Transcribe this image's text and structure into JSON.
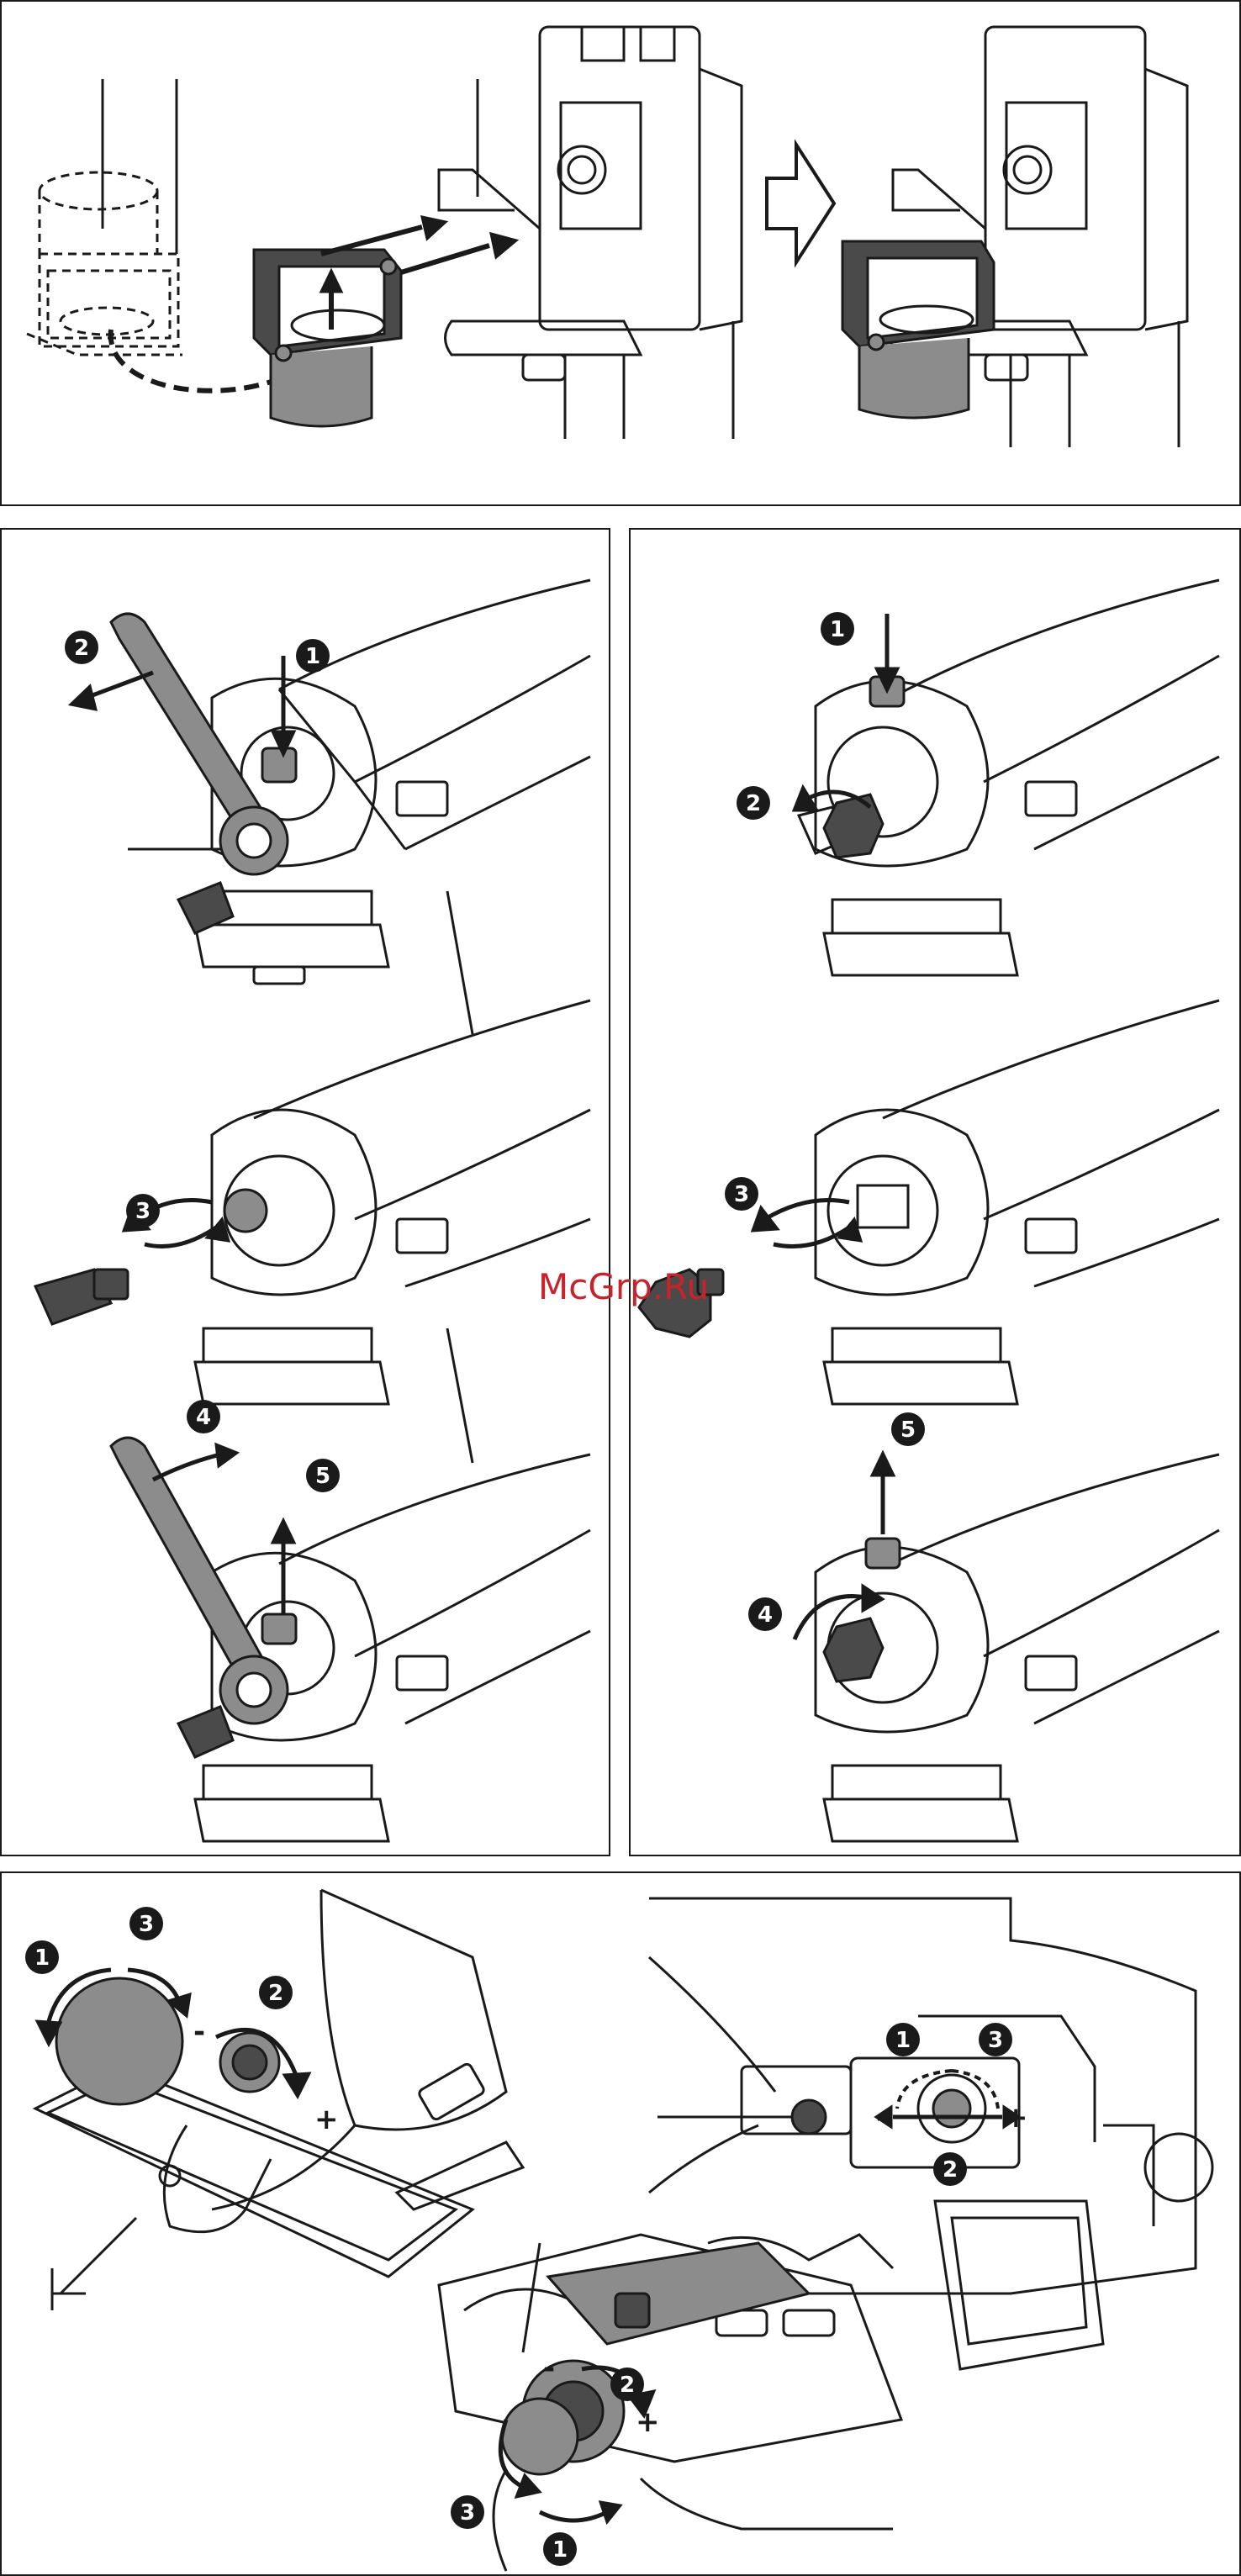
{
  "watermark": "McGrp.Ru",
  "steps": [
    "1",
    "2",
    "3",
    "4",
    "5"
  ],
  "signs": {
    "minus": "-",
    "plus": "+"
  },
  "colors": {
    "outline": "#1a1a1a",
    "part_gray": "#8c8c8c",
    "part_dark": "#4a4a4a",
    "watermark": "#c8222a"
  }
}
